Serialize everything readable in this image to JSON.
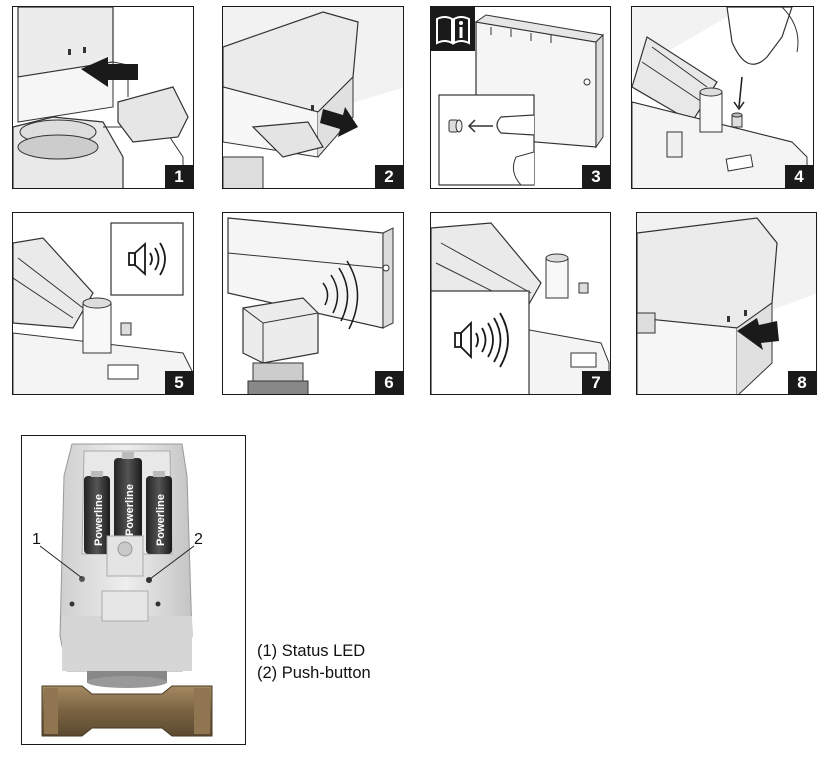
{
  "steps": [
    {
      "number": "1"
    },
    {
      "number": "2"
    },
    {
      "number": "3"
    },
    {
      "number": "4"
    },
    {
      "number": "5"
    },
    {
      "number": "6"
    },
    {
      "number": "7"
    },
    {
      "number": "8"
    }
  ],
  "photo": {
    "callout_1": "1",
    "callout_2": "2",
    "battery_brand": "Powerline"
  },
  "legend": [
    "(1) Status LED",
    "(2) Push-button"
  ]
}
